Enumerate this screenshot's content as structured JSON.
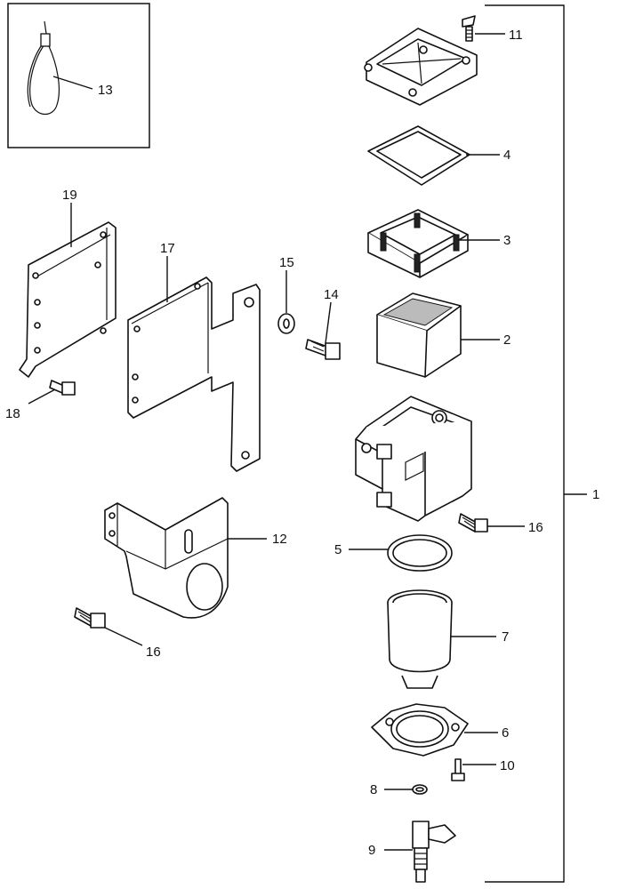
{
  "labels": {
    "p1": "1",
    "p2": "2",
    "p3": "3",
    "p4": "4",
    "p5": "5",
    "p6": "6",
    "p7": "7",
    "p8": "8",
    "p9": "9",
    "p10": "10",
    "p11": "11",
    "p12": "12",
    "p13": "13",
    "p14": "14",
    "p15": "15",
    "p16a": "16",
    "p16b": "16",
    "p17": "17",
    "p18": "18",
    "p19": "19"
  }
}
